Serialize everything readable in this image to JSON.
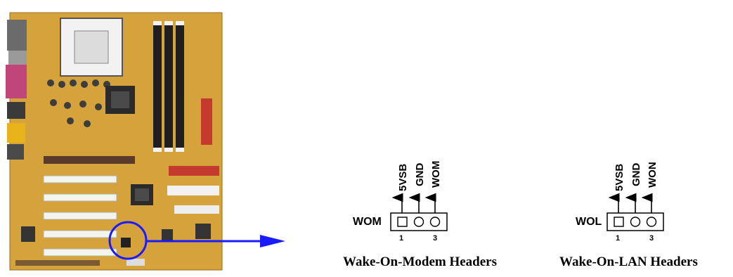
{
  "figure": {
    "motherboard_image": "motherboard-photo",
    "callout_color": "#1a1aff",
    "headers": [
      {
        "name": "WOM",
        "pins": [
          "5VSB",
          "GND",
          "WOM"
        ],
        "pin_numbers": [
          "1",
          "3"
        ],
        "caption": "Wake-On-Modem Headers"
      },
      {
        "name": "WOL",
        "pins": [
          "5VSB",
          "GND",
          "WON"
        ],
        "pin_numbers": [
          "1",
          "3"
        ],
        "caption": "Wake-On-LAN Headers"
      }
    ]
  }
}
